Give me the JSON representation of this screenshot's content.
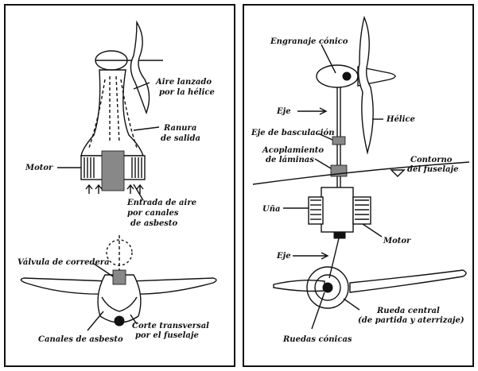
{
  "left_panel": {
    "top_figure": {
      "labels": {
        "air": "Aire lanzado",
        "air2": "por la hélice",
        "slot": "Ranura",
        "slot2": "de salida",
        "motor": "Motor",
        "inlet": "Entrada de aire",
        "inlet2": "por canales",
        "inlet3": "de asbesto"
      }
    },
    "bottom_figure": {
      "labels": {
        "valve": "Válvula de corredera",
        "channels": "Canales de asbesto",
        "section": "Corte transversal",
        "section2": "por el fuselaje"
      }
    }
  },
  "right_panel": {
    "labels": {
      "gear": "Engranaje cónico",
      "shaft": "Eje",
      "propeller": "Hélice",
      "pivot": "Eje de basculación",
      "coupling": "Acoplamiento",
      "coupling2": "de láminas",
      "contour": "Contorno",
      "contour2": "del fuselaje",
      "claw": "Uña",
      "motor": "Motor",
      "shaft2": "Eje",
      "wheel": "Rueda central",
      "wheel2": "(de partida y aterrizaje)",
      "conic": "Ruedas cónicas"
    }
  }
}
